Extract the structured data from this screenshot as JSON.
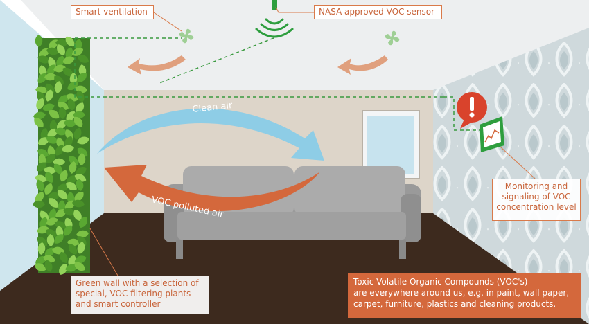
{
  "labels": {
    "smart_ventilation": "Smart ventilation",
    "voc_sensor": "NASA approved VOC sensor",
    "monitoring": [
      "Monitoring and",
      "signaling of VOC",
      "concentration level"
    ],
    "green_wall": [
      "Green wall with a selection of",
      "special, VOC filtering plants",
      "and smart controller"
    ],
    "toxic_voc": [
      "Toxic Volatile Organic Compounds (VOC's)",
      "are everywhere around us, e.g. in paint, wall paper,",
      "carpet, furniture, plastics and cleaning products."
    ]
  },
  "arrows": {
    "clean_air": "Clean air",
    "polluted_air": "VOC polluted air"
  },
  "icons": {
    "fan": "fan-icon",
    "sensor": "wifi-signal-icon",
    "alert": "exclamation-alert-icon",
    "monitor": "chart-display-icon",
    "sofa": "sofa-icon",
    "plants": "leaf-icon"
  },
  "colors": {
    "accent_orange": "#d4683c",
    "label_text": "#c8643a",
    "clean_air_blue": "#8ecde6",
    "sensor_green": "#2e9e3e",
    "dashed_line": "#3a9a3f",
    "floor": "#3d2a1e",
    "back_wall": "#ded6ca",
    "ceiling": "#edeff0",
    "sofa": "#a5a5a5",
    "alert_red": "#d9432c",
    "leaf_green": "#5aa832"
  }
}
